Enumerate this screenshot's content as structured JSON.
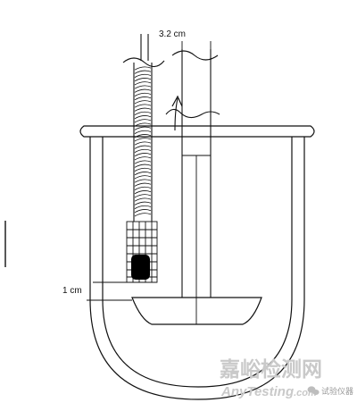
{
  "labels": {
    "shaft_width": "3.2 cm",
    "clearance": "1 cm"
  },
  "watermark": {
    "brand_cn": "嘉峪检测网",
    "brand_en": "AnyTesting",
    "brand_en_suffix": ".com",
    "badge_text": "试验仪器",
    "icon": "wechat-icon",
    "color": "#c9c9c9"
  },
  "colors": {
    "line": "#111111",
    "sinker": "#000000"
  }
}
